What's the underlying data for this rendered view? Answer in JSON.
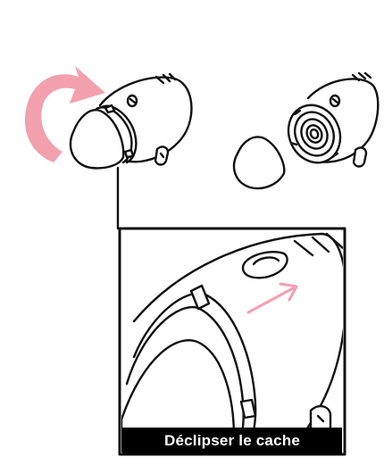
{
  "figure": {
    "caption": "Déclipser le cache",
    "colors": {
      "line": "#111111",
      "arrow": "#f2a0ae",
      "background": "#ffffff",
      "caption_bg": "#000000",
      "caption_text": "#ffffff"
    },
    "panels": [
      {
        "name": "lamp-with-cover",
        "icon": "rotate-arrow-icon"
      },
      {
        "name": "lamp-cover-removed",
        "icon": "none"
      },
      {
        "name": "zoom-detail",
        "icon": "slide-arrow-icon"
      }
    ]
  }
}
